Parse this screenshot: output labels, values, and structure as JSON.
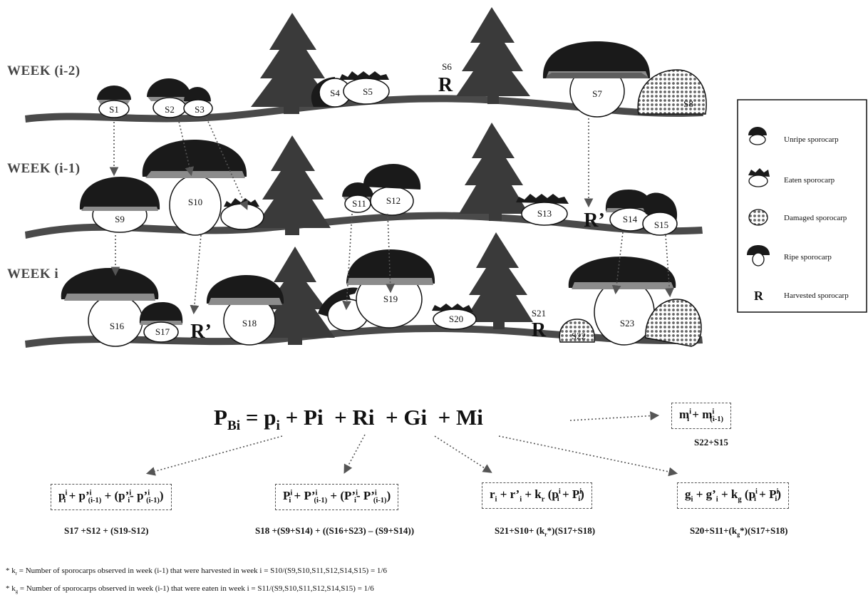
{
  "weeks": {
    "w1": "WEEK (i-2)",
    "w2": "WEEK (i-1)",
    "w3": "WEEK i"
  },
  "sporocarps": {
    "s1": "S1",
    "s2": "S2",
    "s3": "S3",
    "s4": "S4",
    "s5": "S5",
    "s6": "S6",
    "s7": "S7",
    "s8": "S8",
    "s9": "S9",
    "s10": "S10",
    "s11": "S11",
    "s12": "S12",
    "s13": "S13",
    "s14": "S14",
    "s15": "S15",
    "s16": "S16",
    "s17": "S17",
    "s18": "S18",
    "s19": "S19",
    "s20": "S20",
    "s21": "S21",
    "s22": "S22",
    "s23": "S23"
  },
  "harvest_marks": {
    "r": "R",
    "r_prime": "R’"
  },
  "legend": {
    "unripe": "Unripe sporocarp",
    "eaten": "Eaten sporocarp",
    "damaged": "Damaged sporocarp",
    "ripe": "Ripe sporocarp",
    "harvested_symbol": "R",
    "harvested": "Harvested sporocarp"
  },
  "equation": {
    "lhs": "P",
    "lhs_sub": "Bi",
    "eq": " = ",
    "p": "p",
    "p_sub": "i",
    "terms": " + Pi  + Ri  + Gi  + Mi"
  },
  "m_box": {
    "m1": "m",
    "m1_sup": "i",
    "m1_sub": "i",
    "plus": " + ",
    "m2": "m",
    "m2_sup": "i",
    "m2_sub": "(i-1)",
    "result": "S22+S15"
  },
  "p_box": {
    "a": "p",
    "a_sup": "i",
    "a_sub": "i",
    "b": " + p’",
    "b_sup": "i",
    "b_sub": "(i-1)",
    "c": " + (p’",
    "c_sup": "i",
    "c_sub": "i",
    "d": "- p’",
    "d_sup": "i",
    "d_sub": "(i-1)",
    "e": ")",
    "result": "S17 +S12 + (S19-S12)"
  },
  "P_box": {
    "a": "P",
    "a_sup": "i",
    "a_sub": "i",
    "b": " + P’",
    "b_sup": "i",
    "b_sub": "(i-1)",
    "c": " + (P’",
    "c_sup": "i",
    "c_sub": "i",
    "d": "- P’",
    "d_sup": "i",
    "d_sub": "(i-1)",
    "e": ")",
    "result": "S18 +(S9+S14) + ((S16+S23) – (S9+S14))"
  },
  "r_box": {
    "a": "r",
    "a_sub": "i",
    "b": " + r’",
    "b_sub": "i",
    "c": " + k",
    "c_sub": "r",
    "d": " (p",
    "d_sup": "i",
    "d_sub": "i",
    "e": " + P",
    "e_sup": "i",
    "e_sub": "i",
    "f": ")",
    "result": "S21+S10+ (k",
    "result_sub": "r",
    "result_end": "*)(S17+S18)"
  },
  "g_box": {
    "a": "g",
    "a_sub": "i",
    "b": " + g’",
    "b_sub": "i",
    "c": " + k",
    "c_sub": "g",
    "d": " (p",
    "d_sup": "i",
    "d_sub": "i",
    "e": " + P",
    "e_sup": "i",
    "e_sub": "i",
    "f": ")",
    "result": "S20+S11+(k",
    "result_sub": "g",
    "result_end": "*)(S17+S18)"
  },
  "notes": {
    "kr_pre": "* k",
    "kr_sub": "r",
    "kr_text": " = Number of sporocarps observed in week (i-1) that were harvested in week i = S10/(S9,S10,S11,S12,S14,S15) = 1/6",
    "kg_pre": "* k",
    "kg_sub": "g",
    "kg_text": " = Number of sporocarps observed in week (i-1) that were eaten in week i = S11/(S9,S10,S11,S12,S14,S15) = 1/6"
  },
  "colors": {
    "ground": "#4a4a4a",
    "cap": "#1a1a1a",
    "gill": "#8c8c8c",
    "tree": "#3a3a3a",
    "arrow": "#555555"
  }
}
